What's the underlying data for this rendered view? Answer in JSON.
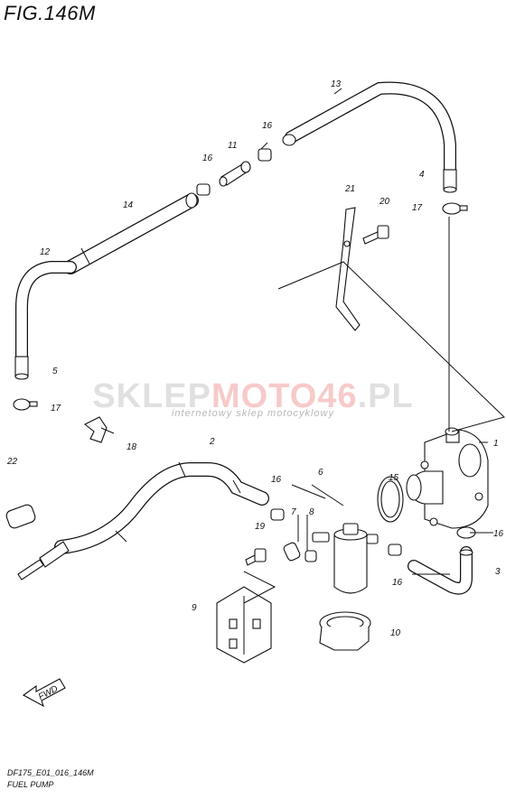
{
  "figure": {
    "title": "FIG.146M"
  },
  "footer": {
    "code": "DF175_E01_016_146M",
    "name": "FUEL PUMP"
  },
  "watermark": {
    "brand_part1": "SKLEP",
    "brand_part2": "MOTO46",
    "brand_part3": ".PL",
    "tagline": "internetowy sklep motocyklowy",
    "colors": {
      "gray": "#c8c8c8",
      "pink": "#f2a0a0"
    }
  },
  "fwd_label": "FWD",
  "callouts": [
    {
      "id": "c1",
      "label": "1"
    },
    {
      "id": "c2",
      "label": "2"
    },
    {
      "id": "c3",
      "label": "3"
    },
    {
      "id": "c4",
      "label": "4"
    },
    {
      "id": "c5a",
      "label": "5"
    },
    {
      "id": "c6",
      "label": "6"
    },
    {
      "id": "c7",
      "label": "7"
    },
    {
      "id": "c8",
      "label": "8"
    },
    {
      "id": "c9",
      "label": "9"
    },
    {
      "id": "c10",
      "label": "10"
    },
    {
      "id": "c11",
      "label": "11"
    },
    {
      "id": "c12",
      "label": "12"
    },
    {
      "id": "c13",
      "label": "13"
    },
    {
      "id": "c14",
      "label": "14"
    },
    {
      "id": "c15",
      "label": "15"
    },
    {
      "id": "c16a",
      "label": "16"
    },
    {
      "id": "c16b",
      "label": "16"
    },
    {
      "id": "c16c",
      "label": "16"
    },
    {
      "id": "c16d",
      "label": "16"
    },
    {
      "id": "c16e",
      "label": "16"
    },
    {
      "id": "c17a",
      "label": "17"
    },
    {
      "id": "c17b",
      "label": "17"
    },
    {
      "id": "c18",
      "label": "18"
    },
    {
      "id": "c19",
      "label": "19"
    },
    {
      "id": "c20",
      "label": "20"
    },
    {
      "id": "c21",
      "label": "21"
    },
    {
      "id": "c22",
      "label": "22"
    }
  ]
}
